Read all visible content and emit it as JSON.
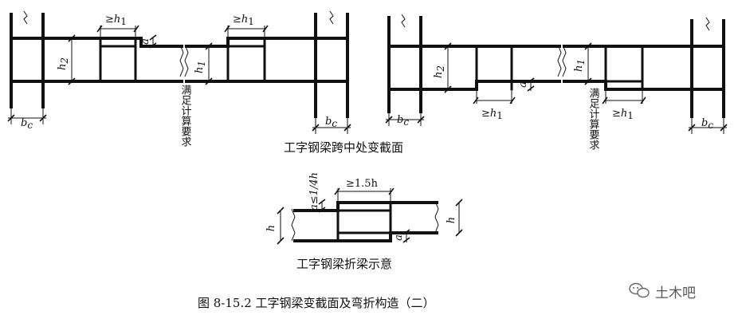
{
  "labels": {
    "h1": "h",
    "h1_sub": "1",
    "h2": "h",
    "h2_sub": "2",
    "bc": "b",
    "bc_sub": "c",
    "a": "a",
    "h": "h",
    "ge": "≥",
    "ge_15h": "≥1.5h",
    "a_le": "a≤1/4h"
  },
  "captions": {
    "span_requirement": "满足计算要求",
    "span_mid_title": "工字钢梁跨中处变截面",
    "fold_title": "工字钢梁折梁示意",
    "figure_title": "图 8-15.2   工字钢梁变截面及弯折构造（二）"
  },
  "watermark": {
    "text": "土木吧",
    "icon": "wechat-icon"
  }
}
